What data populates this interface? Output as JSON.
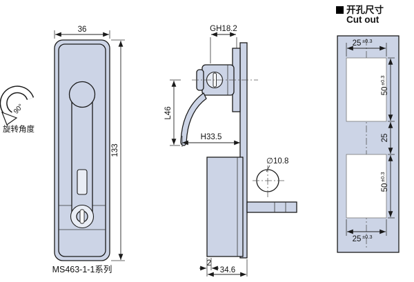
{
  "colors": {
    "panel_fill": "#ccd4e6",
    "line": "#1a1a1a",
    "background": "#ffffff"
  },
  "cutout_header": {
    "cn": "开孔尺寸",
    "en": "Cut out"
  },
  "front_view": {
    "width": "36",
    "height": "133",
    "rotation_angle": "90°",
    "rotation_label": "旋转角度",
    "series": "MS463-1-1系列"
  },
  "side_view": {
    "head_dim": "GH18.2",
    "lever_dim": "L46",
    "depth_dim": "H33.5",
    "hole_dim": "∅10.8",
    "plate_thickness": "2",
    "body_width": "34.6"
  },
  "cutout_dims": {
    "top": {
      "v": "25",
      "t": "±0.3"
    },
    "upper_height": {
      "v": "50",
      "t": "±0.3"
    },
    "middle": {
      "v": "25"
    },
    "lower_height": {
      "v": "50",
      "t": "±0.3"
    },
    "bottom": {
      "v": "25",
      "t": "±0.3"
    }
  }
}
